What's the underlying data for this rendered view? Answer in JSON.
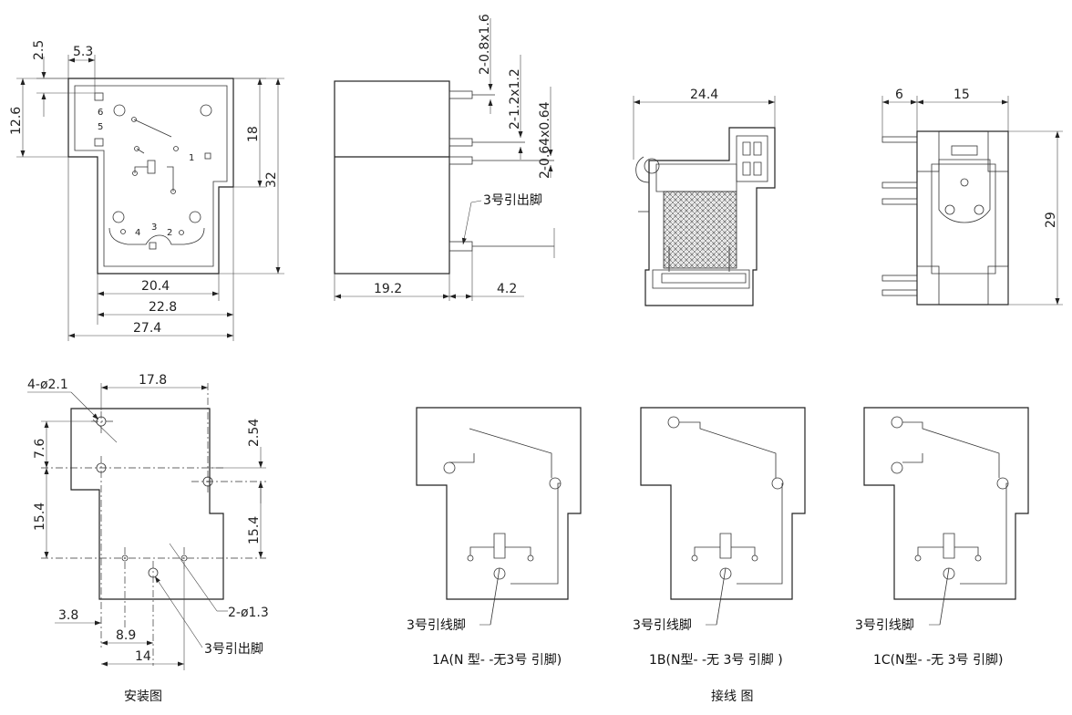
{
  "top_view": {
    "dims": {
      "d2_5": "2.5",
      "d5_3": "5.3",
      "d12_6": "12.6",
      "d18": "18",
      "d32": "32",
      "d20_4": "20.4",
      "d22_8": "22.8",
      "d27_4": "27.4"
    },
    "pins": {
      "p6": "6",
      "p5": "5",
      "p1": "1",
      "p4": "4",
      "p3": "3",
      "p2": "2"
    }
  },
  "side_view": {
    "dims": {
      "pin1": "2-0.8x1.6",
      "pin2": "2-1.2x1.2",
      "pin3": "2-0.64x0.64",
      "d19_2": "19.2",
      "d4_2": "4.2"
    },
    "pin3_label": "3号引出脚"
  },
  "front_view": {
    "dims": {
      "d24_4": "24.4"
    }
  },
  "end_view": {
    "dims": {
      "d6": "6",
      "d15": "15",
      "d29": "29"
    }
  },
  "mounting": {
    "dims": {
      "holes_big": "4-ø2.1",
      "d17_8": "17.8",
      "d2_54": "2.54",
      "d7_6": "7.6",
      "d15_4_left": "15.4",
      "d15_4_right": "15.4",
      "d3_8": "3.8",
      "d8_9": "8.9",
      "d14": "14",
      "holes_small": "2-ø1.3"
    },
    "pin3_label": "3号引出脚",
    "caption": "安装图"
  },
  "wiring": {
    "diagrams": [
      {
        "pin3_label": "3号引线脚",
        "caption": "1A(N 型- -无3号 引脚)"
      },
      {
        "pin3_label": "3号引线脚",
        "caption": "1B(N型- -无 3号 引脚 )"
      },
      {
        "pin3_label": "3号引线脚",
        "caption": "1C(N型- -无 3号 引脚)"
      }
    ],
    "caption": "接线 图"
  }
}
